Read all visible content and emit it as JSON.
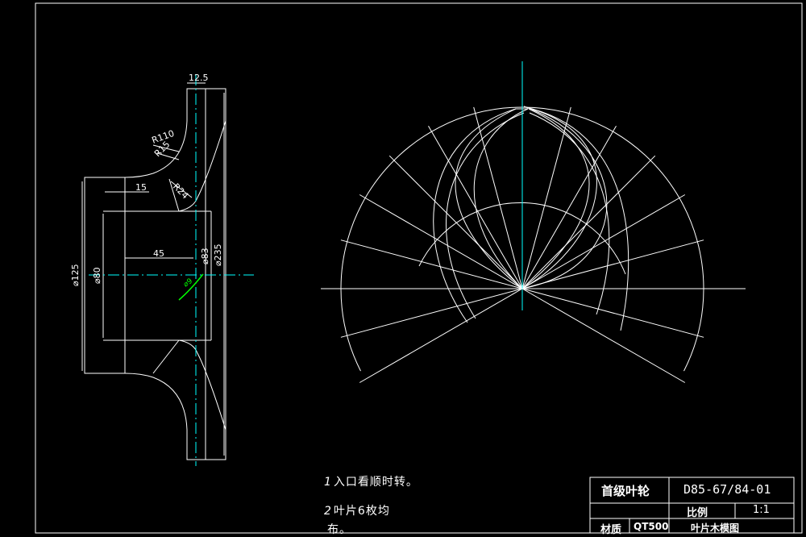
{
  "dimensions": {
    "width_top": "12.5",
    "radius_110": "R110",
    "radius_15": "R15",
    "radius_24": "R24",
    "hub_length": "15",
    "bore_depth": "45",
    "dia_125": "⌀125",
    "dia_80": "⌀80",
    "dia_83": "⌀83",
    "dia_235": "⌀235",
    "dia_small": "⌀9"
  },
  "notes": [
    {
      "index": "1",
      "text": "入口看顺时转。"
    },
    {
      "index": "2",
      "text": "叶片6枚均"
    },
    {
      "index": "",
      "text": "布。"
    }
  ],
  "title_block": {
    "part_name": "首级叶轮",
    "drawing_no": "D85-67/84-01",
    "scale_label": "比例",
    "scale_value": "1:1",
    "material_label": "材质",
    "material_value": "QT500",
    "drawing_title": "叶片木模图"
  },
  "colors": {
    "background": "#000000",
    "line": "#ffffff",
    "centerline": "#00ffff",
    "accent": "#00ff00"
  }
}
